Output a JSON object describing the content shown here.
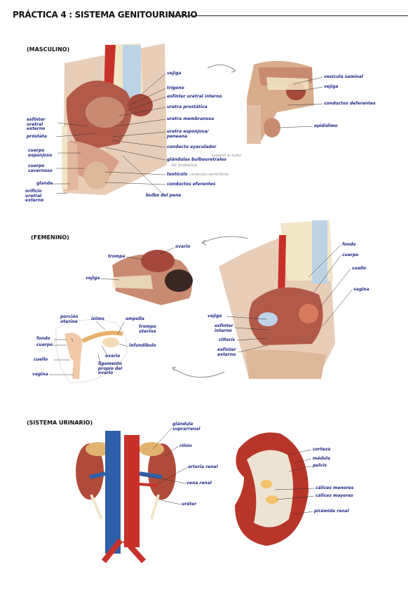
{
  "title": "PRÁCTICA 4 : SISTEMA GENITOURINARIO",
  "sections": {
    "male": "(MASCULINO)",
    "female": "(FEMENINO)",
    "urinary": "(SISTEMA URINARIO)"
  },
  "male_labels": {
    "vejiga": "vejiga",
    "trigono": "trígono",
    "esfinter_uretral_interno": "esfínter uretral interno",
    "uretra_prostatica": "uretra prostática",
    "uretra_membranosa": "uretra membranosa",
    "uretra_esponjosa": "uretra esponjosa/ peneana",
    "conducto_eyaculador": "conducto eyaculador",
    "glandulas_bulbouretrales": "glándulas bulbouretrales",
    "testiculo": "testículo",
    "conductos_eferentes": "conductos eferentes",
    "bulbo_pene": "bulbo del pene",
    "esfinter_uretral_externo": "esfínter uretral externo",
    "prostata": "próstata",
    "cuerpo_esponjoso": "cuerpo esponjoso",
    "cuerpo_cavernoso": "cuerpo cavernoso",
    "glande": "glande",
    "orificio_uretral_externo": "orificio uretral externo",
    "vesicula_seminal": "vesícula seminal",
    "vejiga_right": "vejiga",
    "conductos_deferentes": "conductos deferentes",
    "epididimo": "epidídimo"
  },
  "male_notes": {
    "superior_bulbo": "superior al bulbo",
    "glandulas_sub": "(tb. prostatica)",
    "conductos_seminiferos": "conductos seminíferos"
  },
  "female_labels": {
    "fondo": "fondo",
    "cuerpo": "cuerpo",
    "cuello": "cuello",
    "vagina": "vagina",
    "vejiga": "vejiga",
    "esfinter_interno": "esfínter interno",
    "clitoris": "clítoris",
    "esfinter_externo": "esfínter externo",
    "trompa": "trompa",
    "ovario": "ovario",
    "vejiga_small": "vejiga",
    "porcion_uterina": "porción uterina",
    "istmo": "istmo",
    "ampolla": "ampolla",
    "trompa_uterina": "trompa uterina",
    "infundibulo": "infundíbulo",
    "ovario_diagram": "ovario",
    "ligamento_propio": "ligamento propio del ovario",
    "fondo_diagram": "fondo",
    "cuerpo_diagram": "cuerpo",
    "cuello_diagram": "cuello",
    "vagina_diagram": "vagina"
  },
  "urinary_labels": {
    "glandula_suprarrenal": "glándula suprarrenal",
    "rinon": "riñón",
    "arteria_renal": "arteria renal",
    "vena_renal": "vena renal",
    "ureter": "uréter",
    "corteza": "corteza",
    "medula": "médula",
    "pelvis": "pelvis",
    "calices_menores": "cálices menores",
    "calices_mayores": "cálices mayores",
    "piramide_renal": "pirámide renal"
  },
  "colors": {
    "label_blue": "#1e2a86",
    "skin": "#d8ad8c",
    "muscle": "#b25a4a",
    "bone": "#f2e6c8",
    "artery": "#c8302a",
    "vein": "#2f5fa8"
  }
}
